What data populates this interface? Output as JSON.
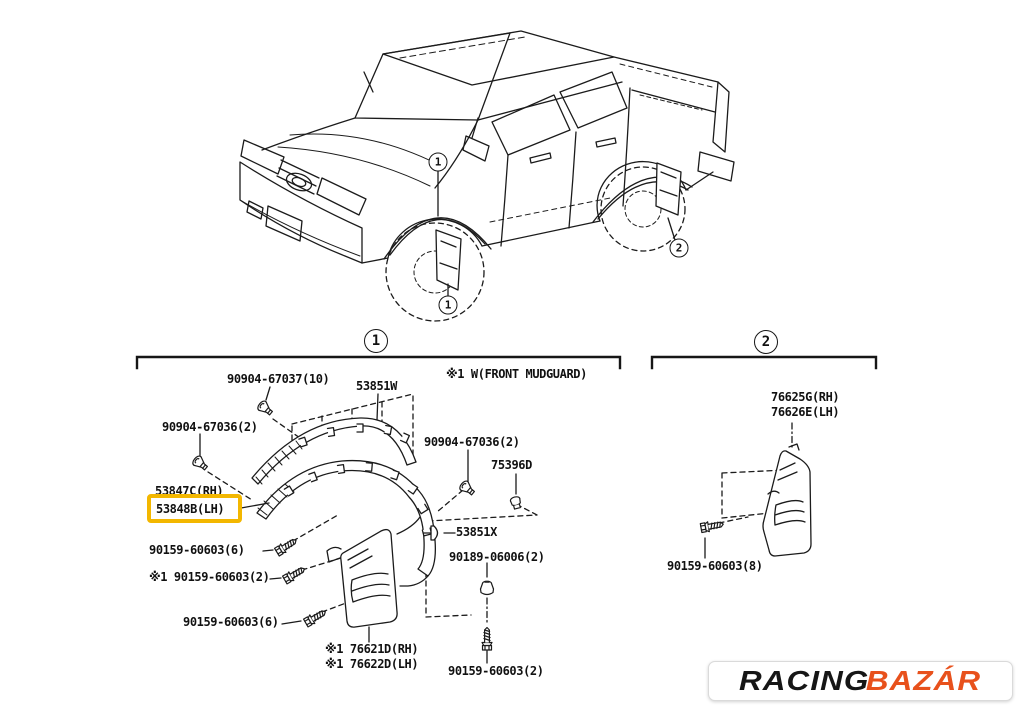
{
  "sections": {
    "one": {
      "number": "1",
      "note": "※1 W(FRONT MUDGUARD)",
      "labels": {
        "clip_67037": "90904-67037(10)",
        "molding_53851w": "53851W",
        "clip_67036_left": "90904-67036(2)",
        "clip_67036_right": "90904-67036(2)",
        "retainer_75396d": "75396D",
        "molding_rh": "53847C(RH)",
        "molding_lh": "53848B(LH)",
        "screw_60603_6a": "90159-60603(6)",
        "screw_60603_2a": "※1 90159-60603(2)",
        "retainer_53851x": "53851X",
        "nut_06006": "90189-06006(2)",
        "screw_60603_6b": "90159-60603(6)",
        "mudguard_front_rh": "※1 76621D(RH)",
        "mudguard_front_lh": "※1 76622D(LH)",
        "screw_60603_2b": "90159-60603(2)"
      }
    },
    "two": {
      "number": "2",
      "labels": {
        "mudguard_rear_rh": "76625G(RH)",
        "mudguard_rear_lh": "76626E(LH)",
        "screw_60603_8": "90159-60603(8)"
      }
    }
  },
  "truck": {
    "callout_front_fender": "1",
    "callout_front_mudguard": "1",
    "callout_rear_mudguard": "2"
  },
  "highlight": {
    "color": "#f3b700",
    "highlighted_part": "53848B(LH)"
  },
  "logo": {
    "word1": "RACING",
    "word2": "BAZÁR",
    "word2_color": "#e8511c"
  }
}
